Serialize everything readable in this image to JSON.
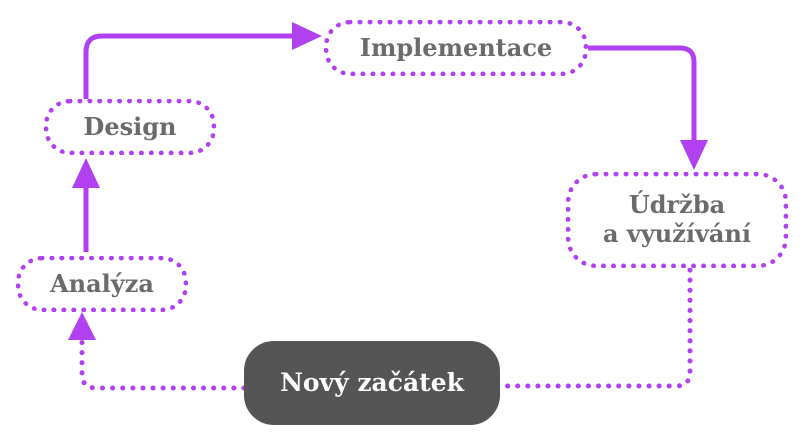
{
  "diagram": {
    "accent_color": "#b040f0",
    "text_color": "#6b6b6b",
    "start_fill_color": "#555555",
    "nodes": {
      "implementace": "Implementace",
      "design": "Design",
      "udrzba_line1": "Údržba",
      "udrzba_line2": "a využívání",
      "analyza": "Analýza",
      "start": "Nový začátek"
    }
  }
}
